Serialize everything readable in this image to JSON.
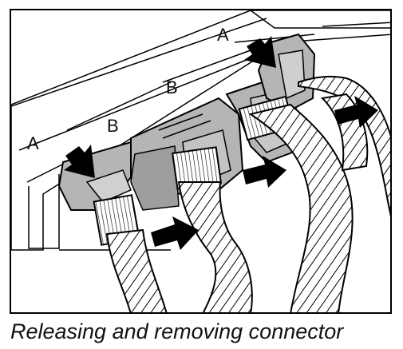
{
  "figure": {
    "callouts": {
      "a_top": "A",
      "b_upper": "B",
      "b_lower": "B",
      "a_left": "A"
    },
    "caption": "Releasing and removing connector"
  },
  "colors": {
    "connector_fill": "#b5b5b5",
    "line": "#000000",
    "background": "#ffffff"
  },
  "icons": [
    "arrow-icon",
    "connector",
    "wire-harness"
  ]
}
